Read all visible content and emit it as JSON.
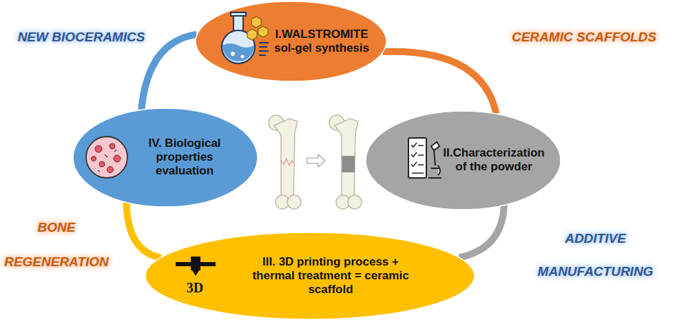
{
  "diagram": {
    "nodes": [
      {
        "text": [
          "I.WALSTROMITE sol-gel synthesis"
        ]
      },
      {
        "text": [
          "II.Characterization of the powder"
        ]
      },
      {
        "text": [
          "III. 3D printing process + thermal treatment = ceramic scaffold"
        ]
      },
      {
        "text": [
          "IV. Biological properties evaluation"
        ]
      }
    ],
    "edges": [
      {
        "from": 0,
        "to": 1,
        "arrow": "none"
      },
      {
        "from": 1,
        "to": 2,
        "arrow": "none"
      },
      {
        "from": 2,
        "to": 3,
        "arrow": "none"
      },
      {
        "from": 3,
        "to": 0,
        "arrow": "none"
      }
    ],
    "labels": [
      "NEW BIOCERAMICS",
      "CERAMIC SCAFFOLDS",
      "BONE REGENERATION",
      "ADDITIVE MANUFACTURING",
      "3D"
    ]
  }
}
